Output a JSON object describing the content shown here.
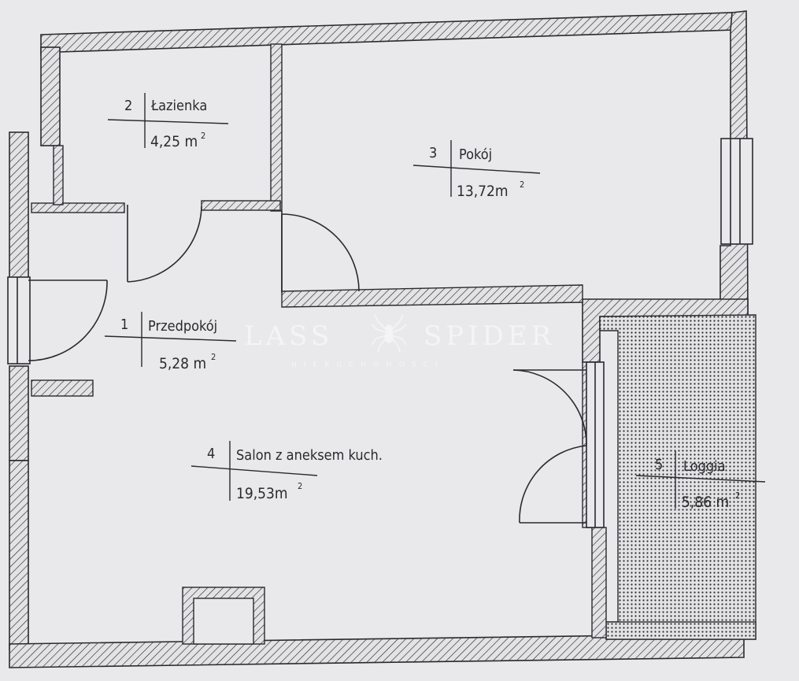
{
  "rooms": [
    {
      "number": "1",
      "name": "Przedpokój",
      "area": "5,28 m",
      "sup": "2"
    },
    {
      "number": "2",
      "name": "Łazienka",
      "area": "4,25 m",
      "sup": "2"
    },
    {
      "number": "3",
      "name": "Pokój",
      "area": "13,72m",
      "sup": "2"
    },
    {
      "number": "4",
      "name": "Salon z aneksem kuch.",
      "area": "19,53m",
      "sup": "2"
    },
    {
      "number": "5",
      "name": "Loggia",
      "area": "5,86 m",
      "sup": "2"
    }
  ],
  "watermark": {
    "brand": "LASS SPIDER",
    "brand_left": "LASS",
    "brand_right": "SPIDER",
    "tagline": "NIERUCHOMOŚCI"
  },
  "colors": {
    "paper": "#e9e8ea",
    "ink": "#2a2a2e",
    "wall_fill": "#e3e2e4"
  }
}
